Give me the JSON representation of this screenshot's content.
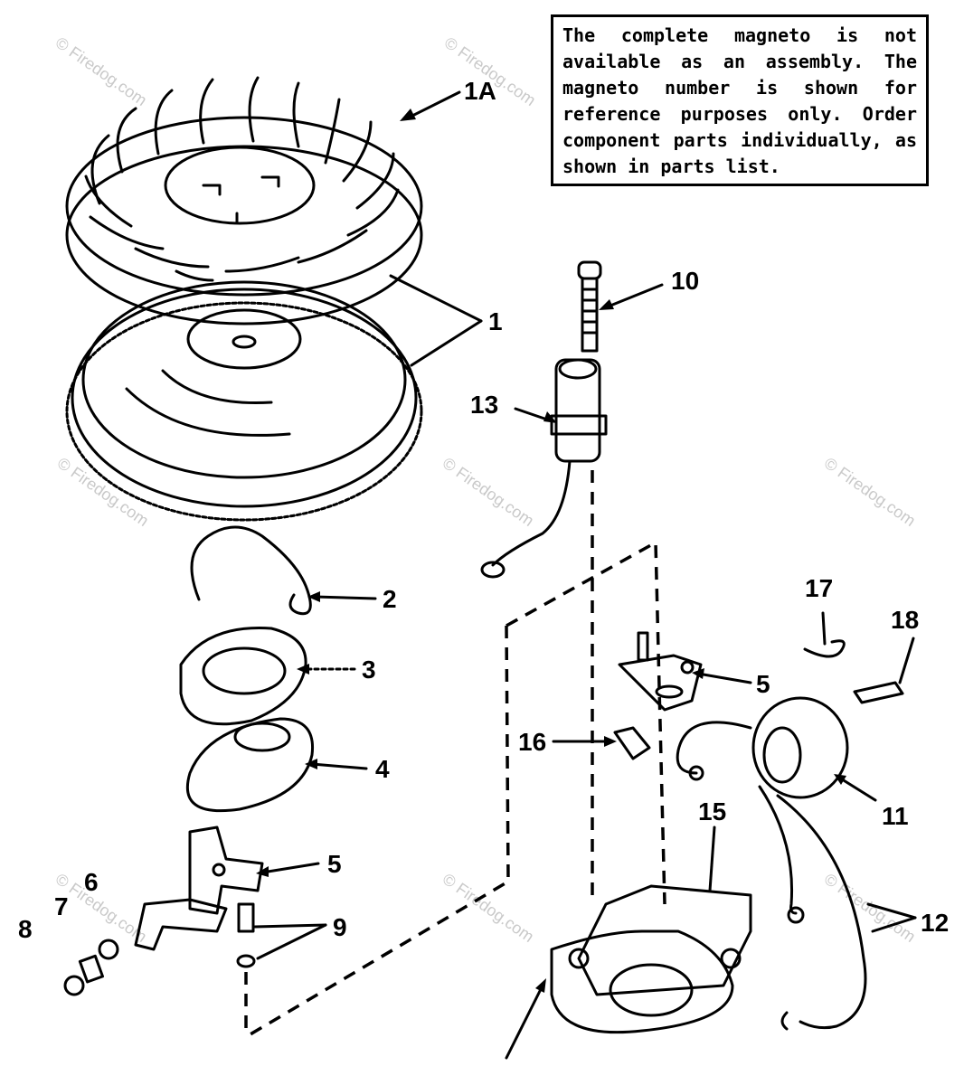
{
  "note": "The complete magneto is not available as an assembly. The magneto number is shown for reference purposes only. Order component parts individually, as shown in parts list.",
  "watermark": "© Firedog.com",
  "callouts": {
    "c1A": "1A",
    "c1": "1",
    "c2": "2",
    "c3": "3",
    "c4": "4",
    "c5a": "5",
    "c5b": "5",
    "c6": "6",
    "c7": "7",
    "c8": "8",
    "c9": "9",
    "c10": "10",
    "c11": "11",
    "c12": "12",
    "c13": "13",
    "c15": "15",
    "c16": "16",
    "c17": "17",
    "c18": "18"
  }
}
